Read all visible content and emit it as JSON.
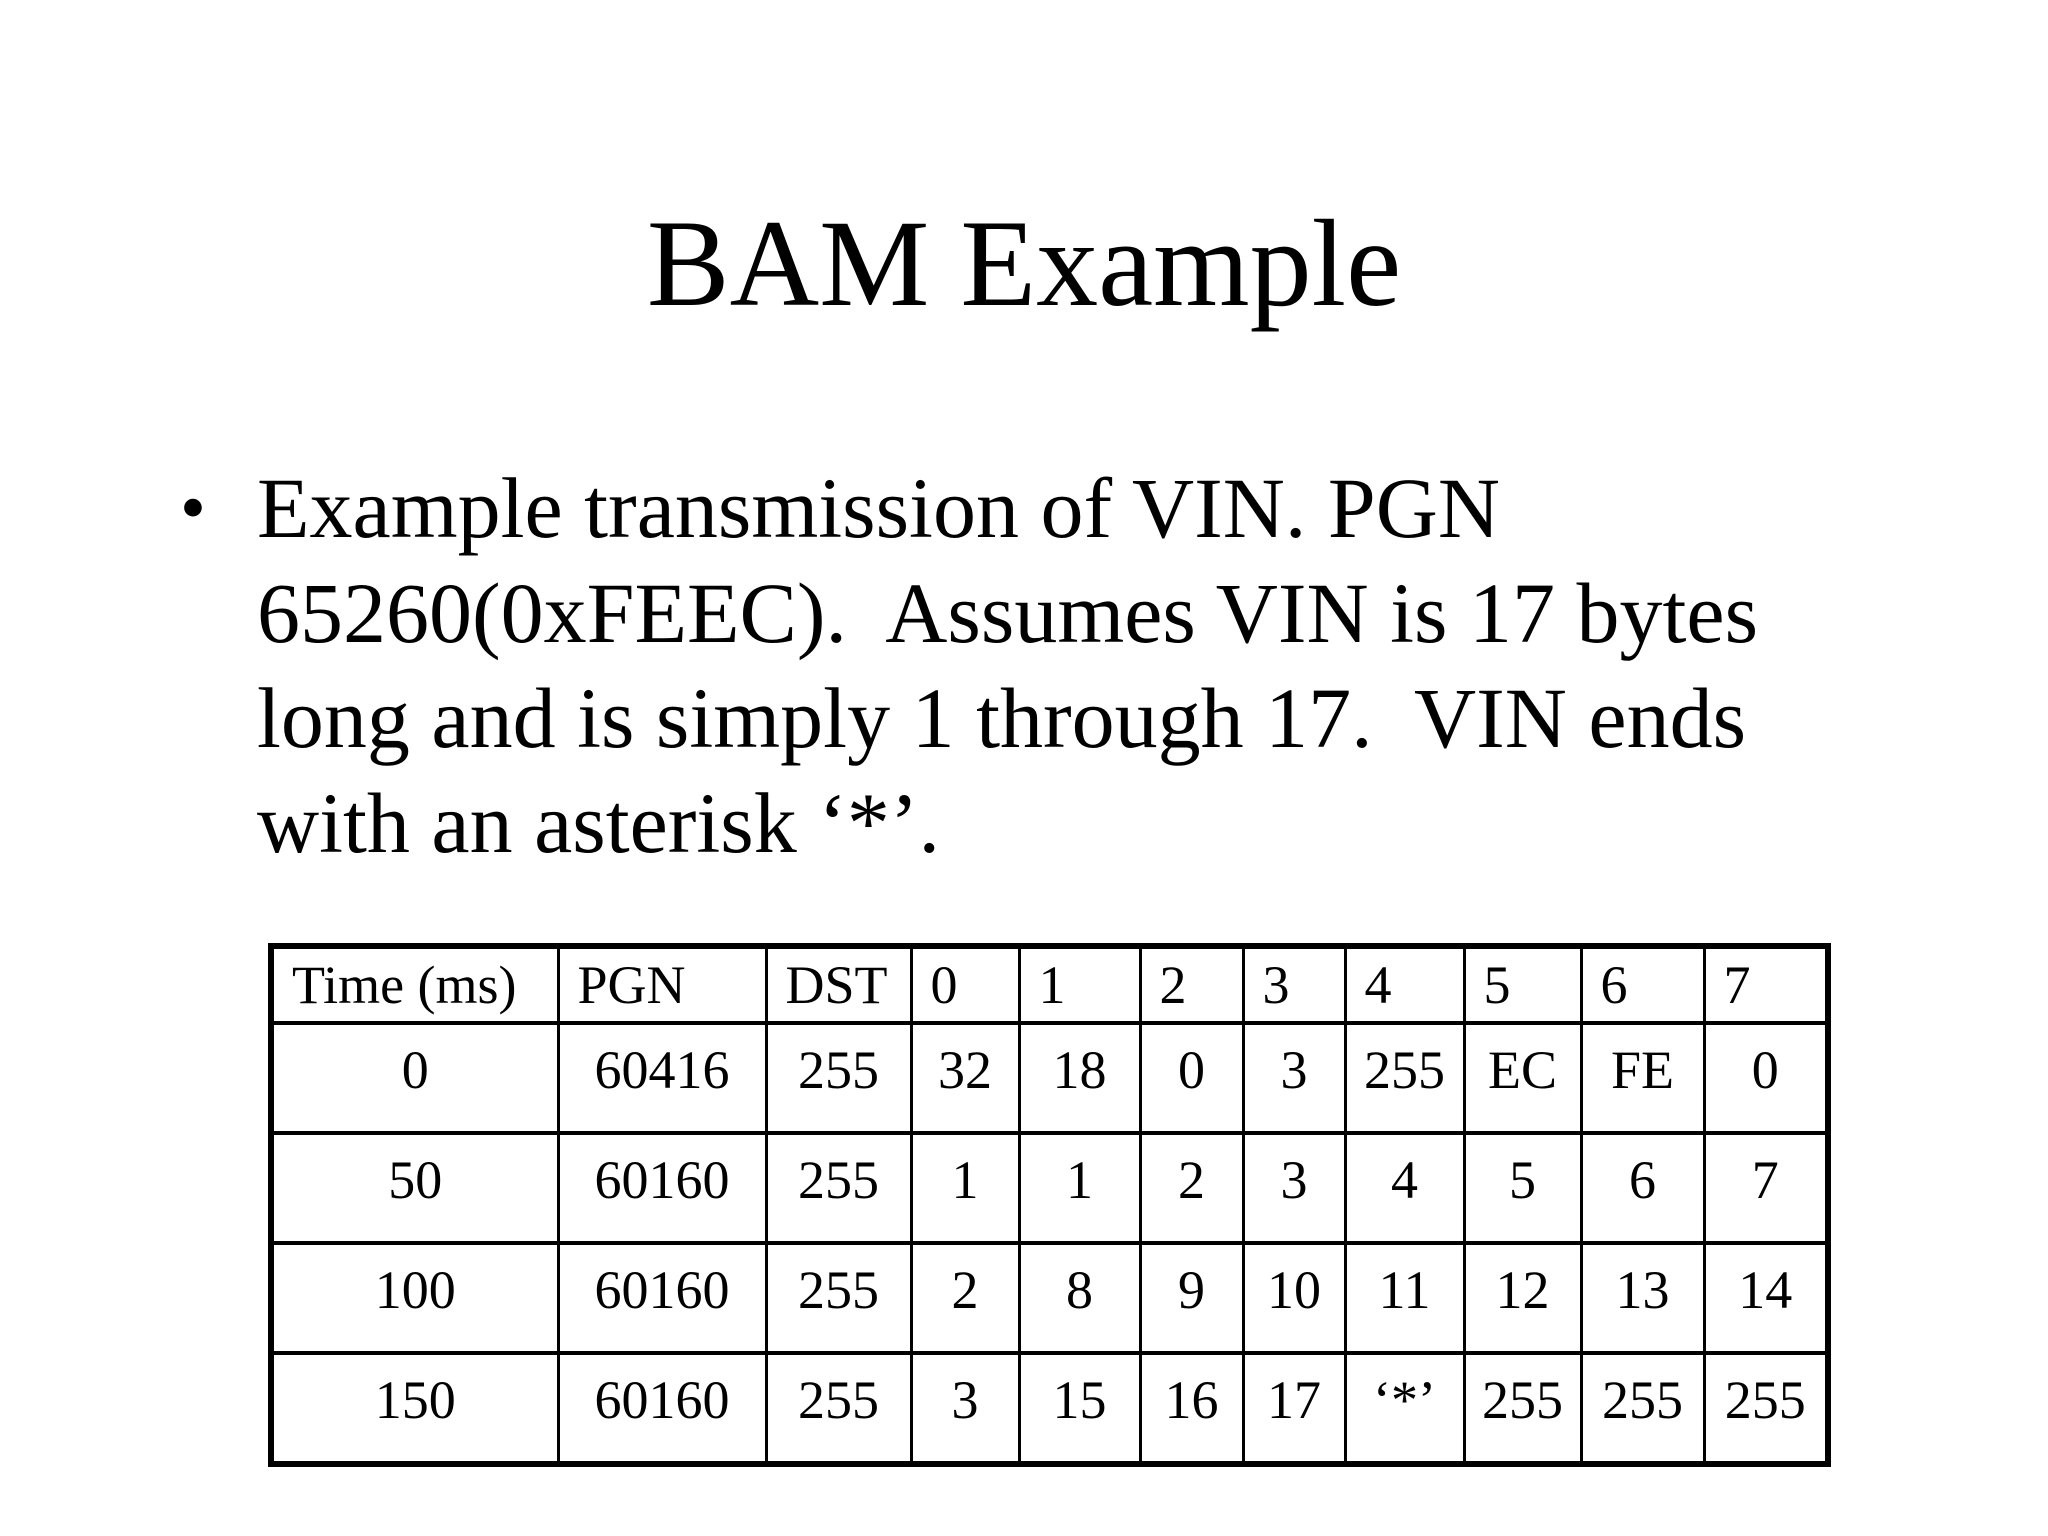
{
  "title": "BAM Example",
  "bullet": {
    "marker": "•",
    "lines": [
      "Example transmission of VIN. PGN",
      "65260(0xFEEC).  Assumes VIN is 17 bytes",
      "long and is simply 1 through 17.  VIN ends",
      "with an asterisk ‘*’."
    ]
  },
  "table": {
    "headers": [
      "Time (ms)",
      "PGN",
      "DST",
      "0",
      "1",
      "2",
      "3",
      "4",
      "5",
      "6",
      "7"
    ],
    "rows": [
      [
        "0",
        "60416",
        "255",
        "32",
        "18",
        "0",
        "3",
        "255",
        "EC",
        "FE",
        "0"
      ],
      [
        "50",
        "60160",
        "255",
        "1",
        "1",
        "2",
        "3",
        "4",
        "5",
        "6",
        "7"
      ],
      [
        "100",
        "60160",
        "255",
        "2",
        "8",
        "9",
        "10",
        "11",
        "12",
        "13",
        "14"
      ],
      [
        "150",
        "60160",
        "255",
        "3",
        "15",
        "16",
        "17",
        "‘*’",
        "255",
        "255",
        "255"
      ]
    ]
  },
  "colors": {
    "background": "#ffffff",
    "text": "#000000",
    "table_border": "#000000"
  }
}
